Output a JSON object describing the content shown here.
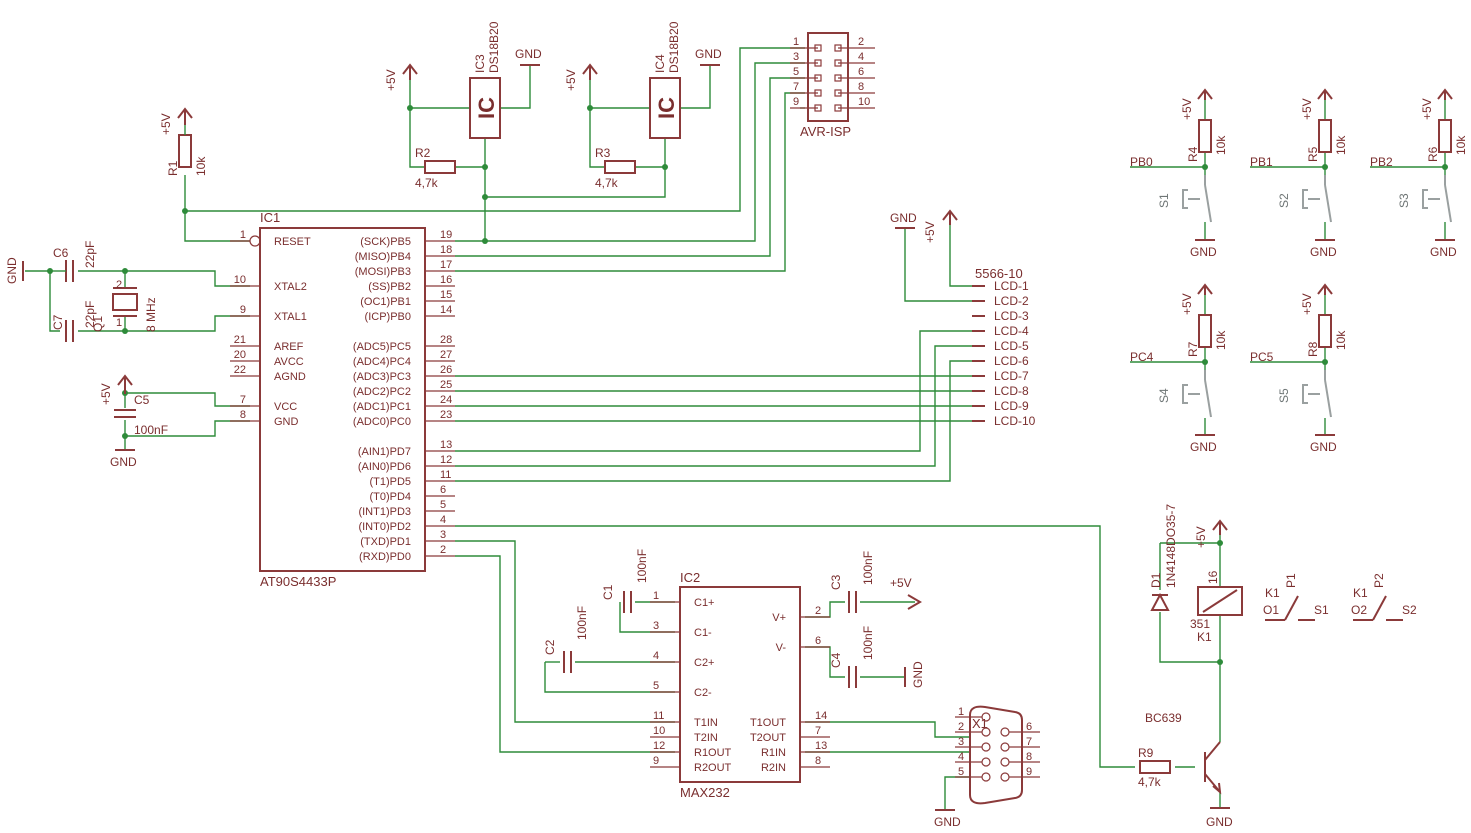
{
  "ic1": {
    "name": "IC1",
    "part": "AT90S4433P",
    "left_pins": [
      {
        "num": "1",
        "name": "RESET"
      },
      {
        "num": "10",
        "name": "XTAL2"
      },
      {
        "num": "9",
        "name": "XTAL1"
      },
      {
        "num": "21",
        "name": "AREF"
      },
      {
        "num": "20",
        "name": "AVCC"
      },
      {
        "num": "22",
        "name": "AGND"
      },
      {
        "num": "7",
        "name": "VCC"
      },
      {
        "num": "8",
        "name": "GND"
      }
    ],
    "right_pins": [
      {
        "num": "19",
        "name": "(SCK)PB5"
      },
      {
        "num": "18",
        "name": "(MISO)PB4"
      },
      {
        "num": "17",
        "name": "(MOSI)PB3"
      },
      {
        "num": "16",
        "name": "(SS)PB2"
      },
      {
        "num": "15",
        "name": "(OC1)PB1"
      },
      {
        "num": "14",
        "name": "(ICP)PB0"
      },
      {
        "num": "28",
        "name": "(ADC5)PC5"
      },
      {
        "num": "27",
        "name": "(ADC4)PC4"
      },
      {
        "num": "26",
        "name": "(ADC3)PC3"
      },
      {
        "num": "25",
        "name": "(ADC2)PC2"
      },
      {
        "num": "24",
        "name": "(ADC1)PC1"
      },
      {
        "num": "23",
        "name": "(ADC0)PC0"
      },
      {
        "num": "13",
        "name": "(AIN1)PD7"
      },
      {
        "num": "12",
        "name": "(AIN0)PD6"
      },
      {
        "num": "11",
        "name": "(T1)PD5"
      },
      {
        "num": "6",
        "name": "(T0)PD4"
      },
      {
        "num": "5",
        "name": "(INT1)PD3"
      },
      {
        "num": "4",
        "name": "(INT0)PD2"
      },
      {
        "num": "3",
        "name": "(TXD)PD1"
      },
      {
        "num": "2",
        "name": "(RXD)PD0"
      }
    ]
  },
  "ic2": {
    "name": "IC2",
    "part": "MAX232",
    "left_pins": [
      {
        "num": "1",
        "name": "C1+"
      },
      {
        "num": "3",
        "name": "C1-"
      },
      {
        "num": "4",
        "name": "C2+"
      },
      {
        "num": "5",
        "name": "C2-"
      },
      {
        "num": "11",
        "name": "T1IN"
      },
      {
        "num": "10",
        "name": "T2IN"
      },
      {
        "num": "12",
        "name": "R1OUT"
      },
      {
        "num": "9",
        "name": "R2OUT"
      }
    ],
    "right_pins": [
      {
        "num": "2",
        "name": "V+"
      },
      {
        "num": "6",
        "name": "V-"
      },
      {
        "num": "14",
        "name": "T1OUT"
      },
      {
        "num": "7",
        "name": "T2OUT"
      },
      {
        "num": "13",
        "name": "R1IN"
      },
      {
        "num": "8",
        "name": "R2IN"
      }
    ]
  },
  "isp": {
    "name": "AVR-ISP",
    "left_pins": [
      "1",
      "3",
      "5",
      "7",
      "9"
    ],
    "right_pins": [
      "2",
      "4",
      "6",
      "8",
      "10"
    ]
  },
  "lcd": {
    "name": "5566-10",
    "pins": [
      "LCD-1",
      "LCD-2",
      "LCD-3",
      "LCD-4",
      "LCD-5",
      "LCD-6",
      "LCD-7",
      "LCD-8",
      "LCD-9",
      "LCD-10"
    ]
  },
  "x1": {
    "name": "X1",
    "left_pins": [
      "1",
      "2",
      "3",
      "4",
      "5"
    ],
    "right_pins": [
      "6",
      "7",
      "8",
      "9"
    ]
  },
  "sensors": [
    {
      "name": "IC3",
      "part": "DS18B20",
      "glyph": "IC",
      "resistor": "R2",
      "value": "4,7k"
    },
    {
      "name": "IC4",
      "part": "DS18B20",
      "glyph": "IC",
      "resistor": "R3",
      "value": "4,7k"
    }
  ],
  "switch_cells": [
    {
      "res": "R4",
      "value": "10k",
      "switch": "S1",
      "net": "PB0"
    },
    {
      "res": "R5",
      "value": "10k",
      "switch": "S2",
      "net": "PB1"
    },
    {
      "res": "R6",
      "value": "10k",
      "switch": "S3",
      "net": "PB2"
    },
    {
      "res": "R7",
      "value": "10k",
      "switch": "S4",
      "net": "PC4"
    },
    {
      "res": "R8",
      "value": "10k",
      "switch": "S5",
      "net": "PC5"
    }
  ],
  "r1": {
    "name": "R1",
    "value": "10k"
  },
  "crystal": {
    "name": "Q1",
    "value": "8 MHz",
    "pin_a": "2",
    "pin_b": "1"
  },
  "c6": {
    "name": "C6",
    "value": "22pF"
  },
  "c7": {
    "name": "C7",
    "value": "22pF"
  },
  "c5": {
    "name": "C5",
    "value": "100nF"
  },
  "max_caps": [
    {
      "name": "C1",
      "value": "100nF"
    },
    {
      "name": "C2",
      "value": "100nF"
    },
    {
      "name": "C3",
      "value": "100nF"
    },
    {
      "name": "C4",
      "value": "100nF"
    }
  ],
  "relay": {
    "name": "K1",
    "coil_pin": "16",
    "coil_label": "351",
    "contacts": [
      {
        "name": "K1",
        "pin": "P1",
        "o": "O1",
        "s": "S1"
      },
      {
        "name": "K1",
        "pin": "P2",
        "o": "O2",
        "s": "S2"
      }
    ]
  },
  "diode": {
    "name": "D1",
    "part": "1N4148DO35-7"
  },
  "transistor": {
    "part": "BC639"
  },
  "r9": {
    "name": "R9",
    "value": "4,7k"
  },
  "nets": {
    "vcc": "+5V",
    "gnd": "GND"
  }
}
